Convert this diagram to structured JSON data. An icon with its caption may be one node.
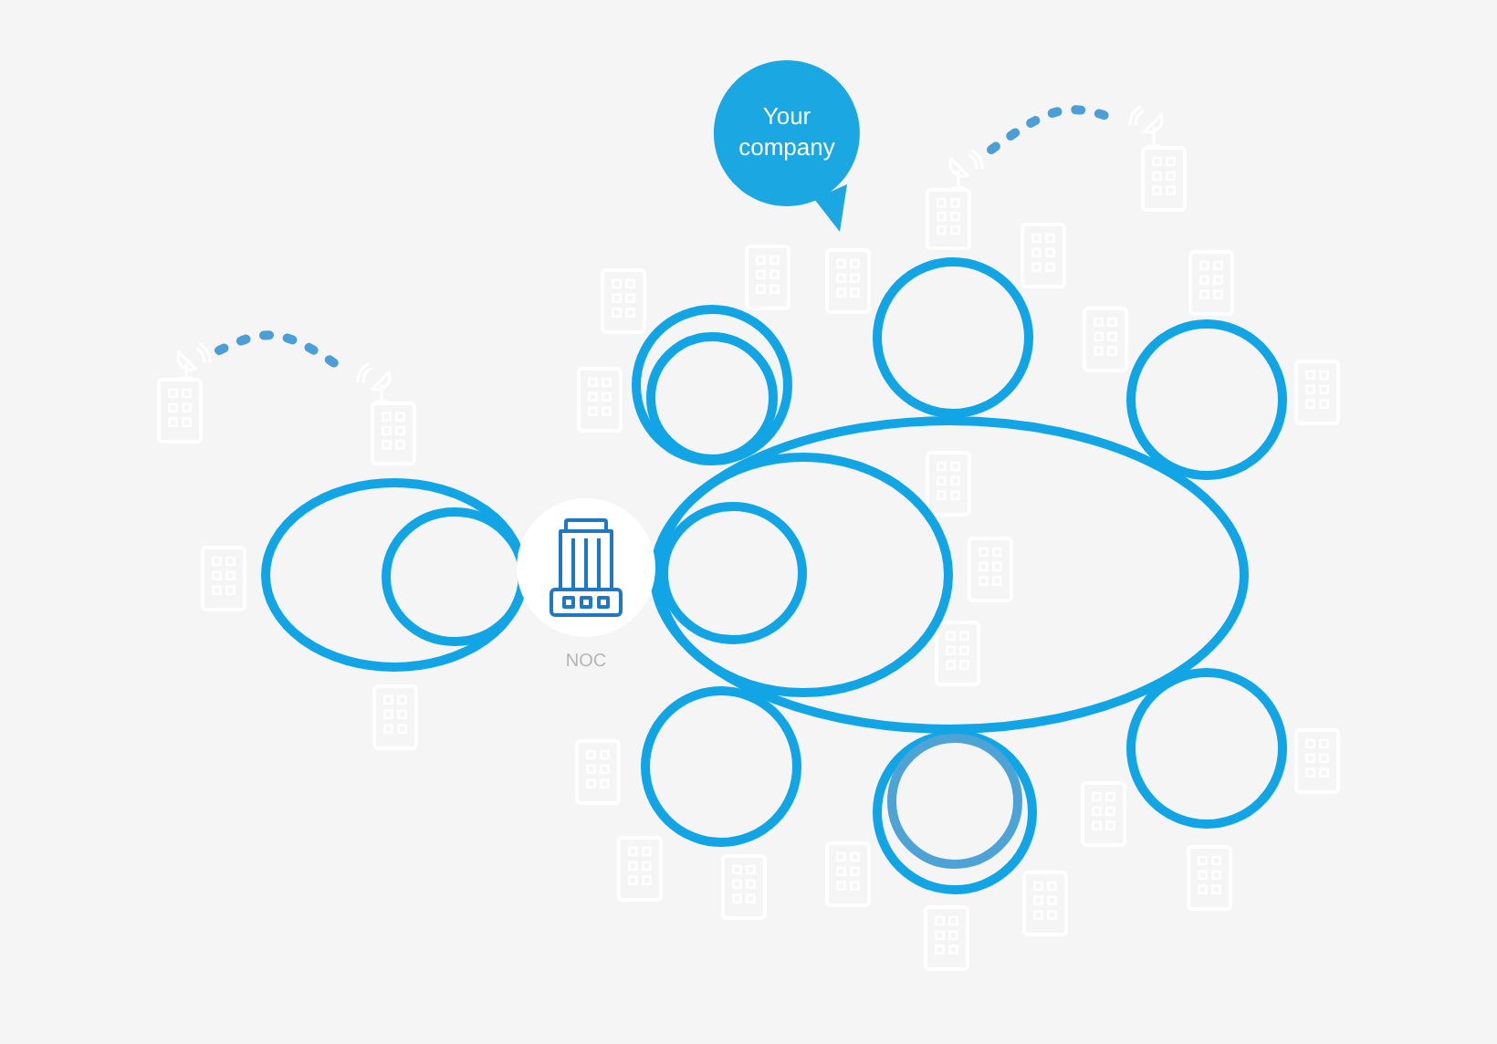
{
  "diagram": {
    "nodes": [
      {
        "text": [
          "Your company"
        ]
      },
      {
        "text": [],
        "shape": "picture"
      },
      {
        "text": [],
        "shape": "picture"
      },
      {
        "text": [],
        "shape": "picture"
      },
      {
        "text": [],
        "shape": "picture"
      },
      {
        "text": [],
        "shape": "circle"
      },
      {
        "text": [],
        "shape": "circle"
      },
      {
        "text": [],
        "shape": "circle",
        "in": 6
      },
      {
        "text": [],
        "shape": "circle"
      },
      {
        "text": [],
        "shape": "ellipse"
      },
      {
        "text": [],
        "shape": "ellipse",
        "in": 9
      },
      {
        "text": [],
        "shape": "circle",
        "beside": [
          "NOC"
        ]
      },
      {
        "text": [],
        "shape": "ellipse"
      },
      {
        "text": [],
        "shape": "ellipse",
        "in": 12
      },
      {
        "text": [],
        "shape": "ellipse",
        "in": 13
      },
      {
        "text": [],
        "shape": "circle"
      },
      {
        "text": [],
        "shape": "circle"
      },
      {
        "text": [],
        "shape": "circle",
        "in": 16
      },
      {
        "text": [],
        "shape": "circle"
      }
    ],
    "edges": [
      {
        "from": 3,
        "to": 4,
        "arrow": "none",
        "style": "dashed"
      },
      {
        "from": 1,
        "to": 2,
        "arrow": "none",
        "style": "dashed"
      }
    ]
  }
}
